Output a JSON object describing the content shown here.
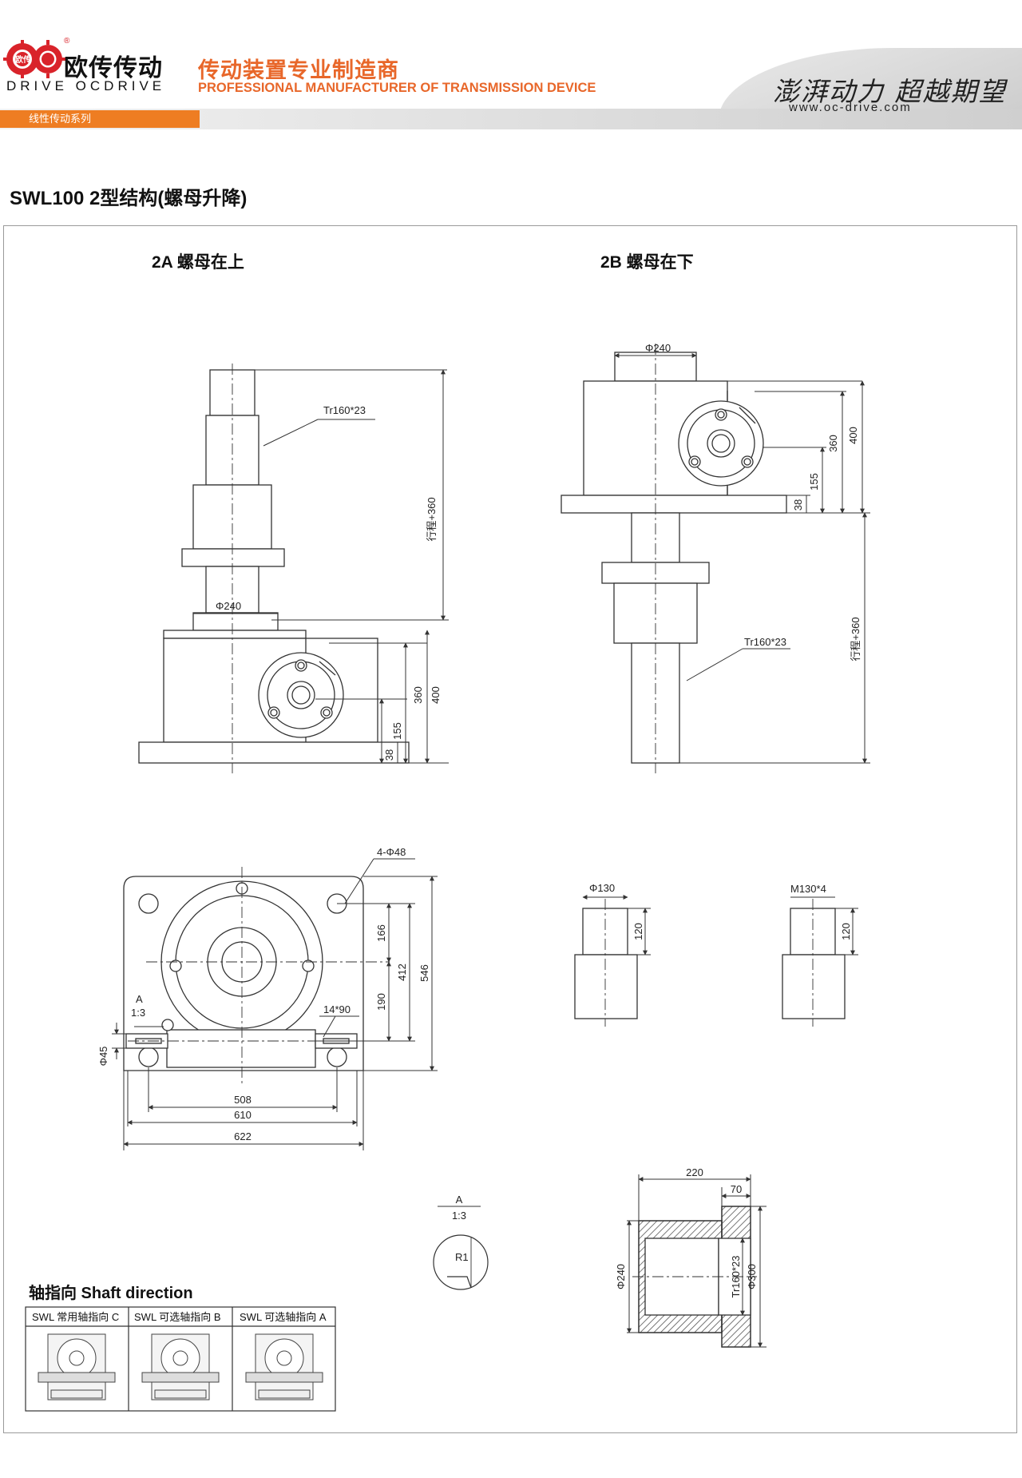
{
  "header": {
    "brand_cn": "欧传传动",
    "brand_en": "DRIVE OCDRIVE",
    "logo_text": "欧传",
    "tagline_cn": "传动装置专业制造商",
    "tagline_en": "PROFESSIONAL MANUFACTURER OF TRANSMISSION DEVICE",
    "slogan": "澎湃动力 超越期望",
    "website": "www.oc-drive.com",
    "series_tab": "线性传动系列",
    "accent_color": "#e8672a",
    "tab_color": "#ee7d22"
  },
  "page_title": "SWL100  2型结构(螺母升降)",
  "views": {
    "view_2a": {
      "title": "2A 螺母在上",
      "thread": "Tr160*23",
      "stroke": "行程+360",
      "dia": "Φ240",
      "dims": [
        "360",
        "400",
        "155",
        "38"
      ]
    },
    "view_2b": {
      "title": "2B 螺母在下",
      "thread": "Tr160*23",
      "stroke": "行程+360",
      "dia": "Φ240",
      "dims": [
        "360",
        "400",
        "155",
        "38"
      ]
    },
    "plan_view": {
      "holes": "4-Φ48",
      "key": "14*90",
      "detail_ref": "A",
      "detail_scale": "1:3",
      "shaft_dia": "Φ45",
      "dims": [
        "166",
        "190",
        "412",
        "546",
        "508",
        "610",
        "622"
      ]
    },
    "shaft_end_plain": {
      "dia": "Φ130",
      "len": "120"
    },
    "shaft_end_thread": {
      "thread": "M130*4",
      "len": "120"
    },
    "detail_a": {
      "ref": "A",
      "scale": "1:3",
      "radius": "R1"
    },
    "nut": {
      "len_total": "220",
      "len_flange": "70",
      "dia_out": "Φ240",
      "thread": "Tr160*23",
      "dia_flange": "Φ300"
    }
  },
  "shaft_direction": {
    "title": "轴指向 Shaft direction",
    "options": [
      "SWL 常用轴指向 C",
      "SWL 可选轴指向 B",
      "SWL 可选轴指向 A"
    ]
  }
}
